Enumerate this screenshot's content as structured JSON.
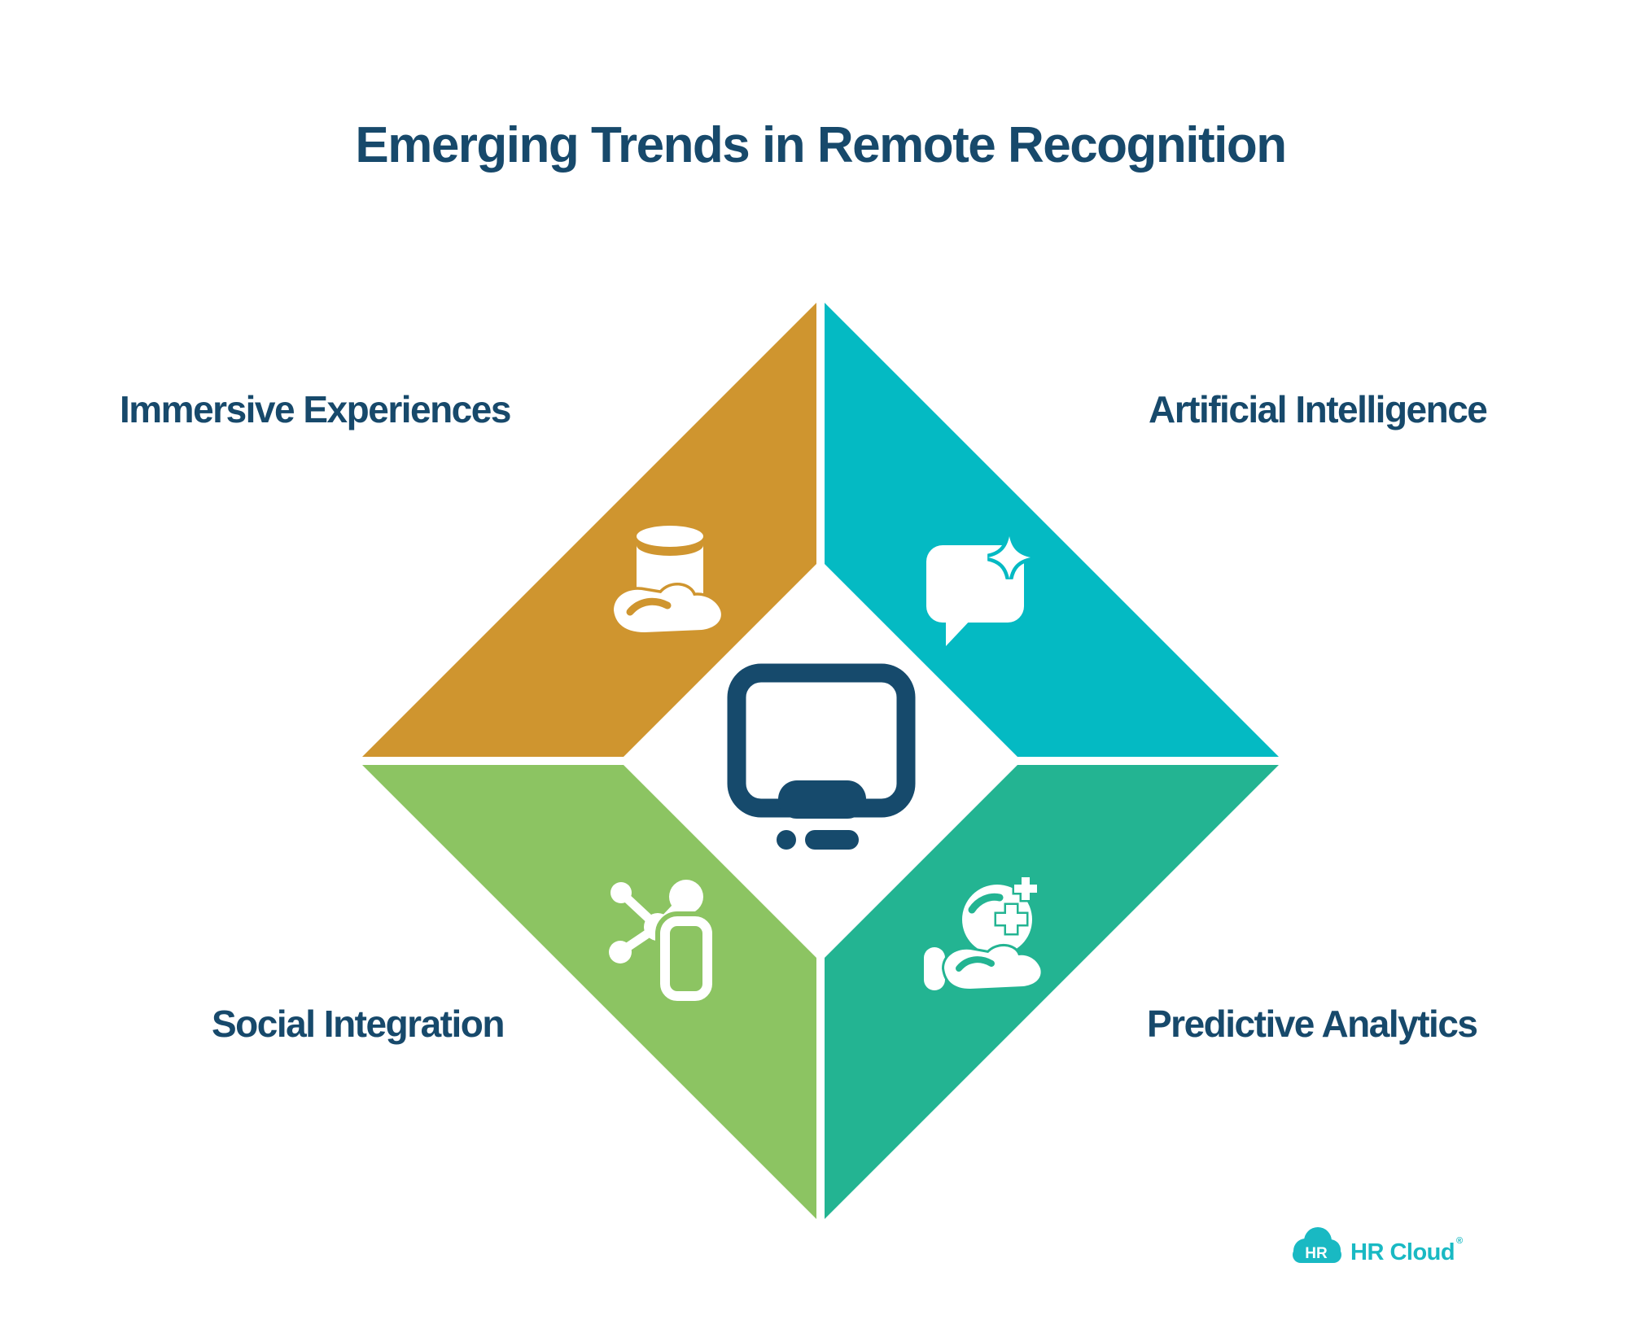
{
  "title": "Emerging Trends in Remote Recognition",
  "colors": {
    "title_navy": "#17496B",
    "center_icon_navy": "#164A6C",
    "icon_white": "#FFFFFF",
    "divider_white": "#FFFFFF",
    "logo_teal": "#19B9C3",
    "background": "#FFFFFF"
  },
  "segments": {
    "immersive": {
      "label": "Immersive Experiences",
      "color": "#CF952F",
      "icon": "hand-holding-cylinder-icon",
      "position": "top-left"
    },
    "ai": {
      "label": "Artificial Intelligence",
      "color": "#04BAC3",
      "icon": "chat-bubble-sparkle-icon",
      "position": "top-right"
    },
    "social": {
      "label": "Social Integration",
      "color": "#8CC462",
      "icon": "network-share-phone-icon",
      "position": "bottom-left"
    },
    "predictive": {
      "label": "Predictive Analytics",
      "color": "#23B492",
      "icon": "hand-holding-orb-plus-icon",
      "position": "bottom-right"
    }
  },
  "center": {
    "icon": "monitor-remote-icon"
  },
  "logo": {
    "badge": "HR",
    "wordmark": "HR Cloud",
    "registered": "®"
  }
}
